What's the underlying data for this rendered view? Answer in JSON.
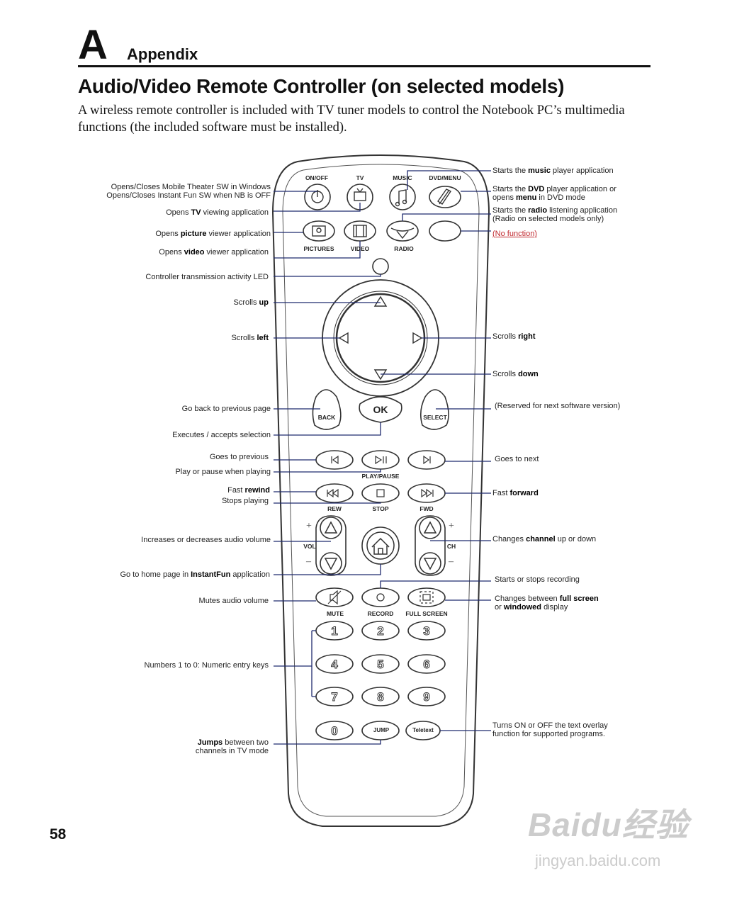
{
  "header": {
    "letter": "A",
    "section": "Appendix"
  },
  "title": "Audio/Video Remote Controller (on selected models)",
  "intro": "A wireless remote controller is included with TV tuner models to control the Notebook PC’s multimedia functions (the included software must be installed).",
  "page_number": "58",
  "button_labels": {
    "on_off": "ON/OFF",
    "tv": "TV",
    "music": "MUSIC",
    "dvd_menu": "DVD/MENU",
    "pictures": "PICTURES",
    "video": "VIDEO",
    "radio": "RADIO",
    "ok": "OK",
    "back": "BACK",
    "select": "SELECT",
    "play_pause": "PLAY/PAUSE",
    "rew": "REW",
    "stop": "STOP",
    "fwd": "FWD",
    "vol": "VOL",
    "ch": "CH",
    "mute": "MUTE",
    "record": "RECORD",
    "full_screen": "FULL SCREEN",
    "jump": "JUMP",
    "teletext": "Teletext",
    "plus": "+",
    "minus": "–",
    "numbers": [
      "1",
      "2",
      "3",
      "4",
      "5",
      "6",
      "7",
      "8",
      "9",
      "0"
    ]
  },
  "left_annotations": {
    "onoff_1": "Opens/Closes Mobile Theater SW in Windows",
    "onoff_2": "Opens/Closes Instant Fun SW when NB is OFF",
    "tv": [
      "Opens ",
      "TV",
      " viewing application"
    ],
    "picture": [
      "Opens ",
      "picture",
      " viewer application"
    ],
    "video": [
      "Opens ",
      "video",
      " viewer application"
    ],
    "led": "Controller transmission activity LED",
    "up": [
      "Scrolls ",
      "up"
    ],
    "left": [
      "Scrolls ",
      "left"
    ],
    "back": "Go back to previous page",
    "ok": "Executes / accepts selection",
    "prev": "Goes to previous",
    "play": "Play or pause when playing",
    "rew": [
      "Fast ",
      "rewind"
    ],
    "stop": "Stops playing",
    "vol": "Increases or decreases audio volume",
    "home": [
      "Go to home page in ",
      "InstantFun",
      " application"
    ],
    "mute": "Mutes audio volume",
    "numbers": "Numbers 1 to 0: Numeric entry keys",
    "jump_1": [
      "Jumps",
      " between two"
    ],
    "jump_2": "channels in TV mode"
  },
  "right_annotations": {
    "music": [
      "Starts the ",
      "music",
      " player application"
    ],
    "dvd_1": [
      "Starts the ",
      "DVD",
      " player application or"
    ],
    "dvd_2": [
      "opens ",
      "menu",
      " in DVD mode"
    ],
    "radio_1": [
      "Starts the ",
      "radio",
      " listening application"
    ],
    "radio_2": "(Radio on selected models only)",
    "nofunc": "(No function)",
    "right": [
      "Scrolls ",
      "right"
    ],
    "down": [
      "Scrolls ",
      "down"
    ],
    "select": "(Reserved for next software version)",
    "next": "Goes to next",
    "fwd": [
      "Fast ",
      "forward"
    ],
    "ch": [
      "Changes ",
      "channel",
      " up or down"
    ],
    "record": "Starts or stops recording",
    "full_1": [
      "Changes between ",
      "full screen"
    ],
    "full_2": [
      "or ",
      "windowed",
      " display"
    ],
    "teletext_1": "Turns ON or OFF the text overlay",
    "teletext_2": "function for supported programs."
  },
  "watermark": {
    "brand": "Baidu经验",
    "url": "jingyan.baidu.com"
  },
  "colors": {
    "leader_line": "#1f2a6e",
    "outline": "#333333",
    "no_function": "#c0272d"
  }
}
